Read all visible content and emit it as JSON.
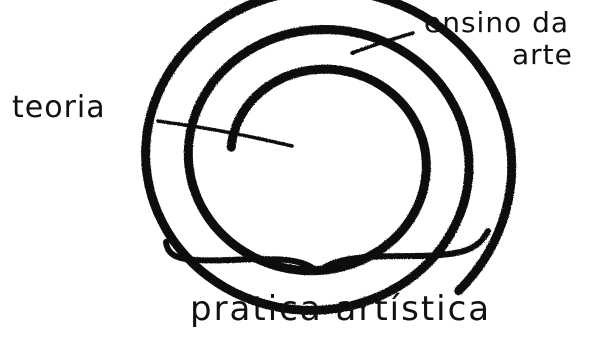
{
  "labels": {
    "teaching": [
      "ensino da",
      "arte"
    ],
    "theory": "teoria",
    "practice": "prática artística"
  },
  "colors": {
    "ink": "#111111",
    "background": "#ffffff"
  }
}
